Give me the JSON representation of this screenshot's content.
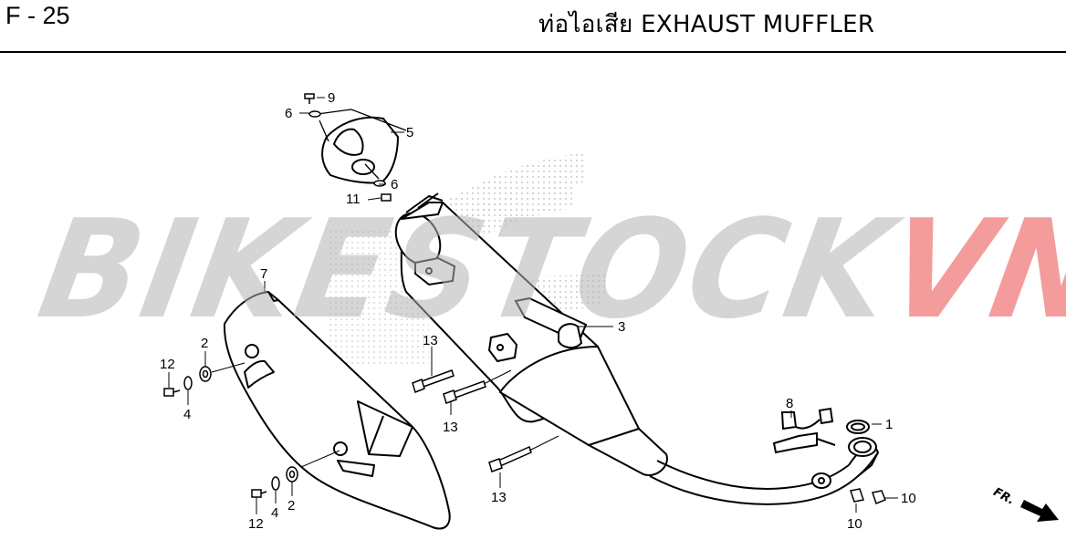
{
  "header": {
    "page_code": "F - 25",
    "title": "ท่อไอเสีย  EXHAUST MUFFLER"
  },
  "watermark": {
    "part_a": "BIKESTOCK",
    "part_b": "VN",
    "color_a": "#b3b3b3",
    "color_b": "#ee5c5c"
  },
  "callouts": {
    "c1": "1",
    "c2a": "2",
    "c2b": "2",
    "c3": "3",
    "c4a": "4",
    "c4b": "4",
    "c5": "5",
    "c6a": "6",
    "c6b": "6",
    "c7": "7",
    "c8": "8",
    "c9": "9",
    "c10a": "10",
    "c10b": "10",
    "c11": "11",
    "c12a": "12",
    "c12b": "12",
    "c13a": "13",
    "c13b": "13",
    "c13c": "13"
  },
  "direction": {
    "label": "FR."
  }
}
